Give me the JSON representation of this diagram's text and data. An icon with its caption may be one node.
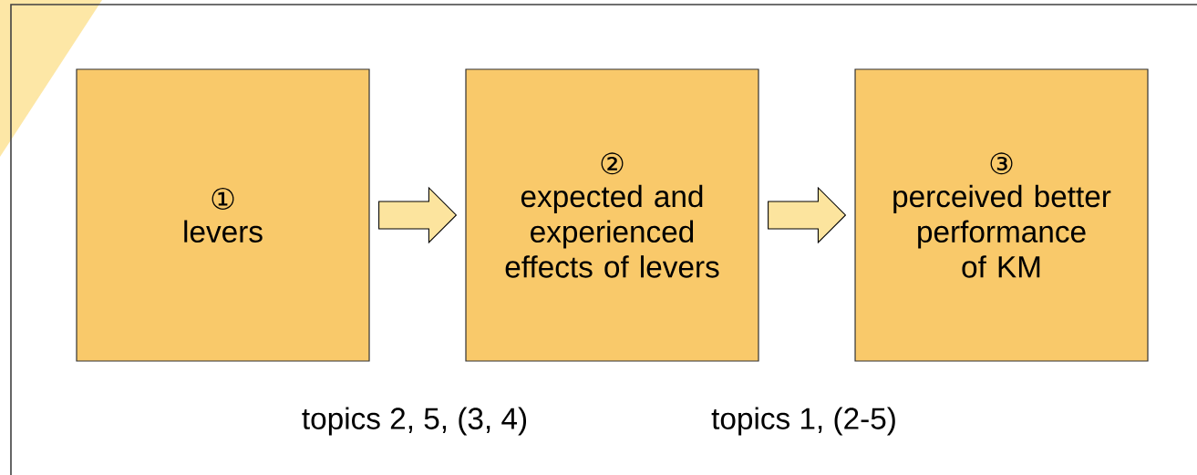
{
  "diagram": {
    "nodes": [
      {
        "text": [
          "①",
          "levers"
        ]
      },
      {
        "text": [
          "②",
          "expected and experienced effects of levers"
        ]
      },
      {
        "text": [
          "③",
          "perceived better performance of KM"
        ]
      }
    ],
    "edges": [
      {
        "from": 0,
        "to": 1,
        "arrow": "to"
      },
      {
        "from": 1,
        "to": 2,
        "arrow": "to"
      }
    ],
    "labels": [
      "topics 2, 5, (3, 4)",
      "topics 1, (2-5)"
    ]
  }
}
